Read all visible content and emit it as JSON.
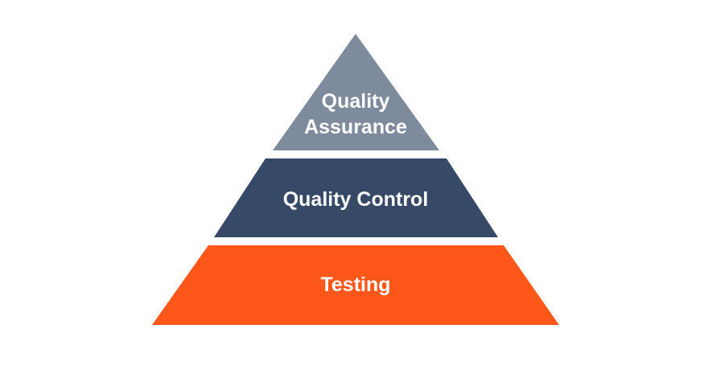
{
  "pyramid": {
    "tiers": [
      {
        "lines": [
          "Quality",
          "Assurance"
        ],
        "color": "#7e8b9c"
      },
      {
        "lines": [
          "Quality Control"
        ],
        "color": "#364a67"
      },
      {
        "lines": [
          "Testing"
        ],
        "color": "#ff5719"
      }
    ]
  }
}
